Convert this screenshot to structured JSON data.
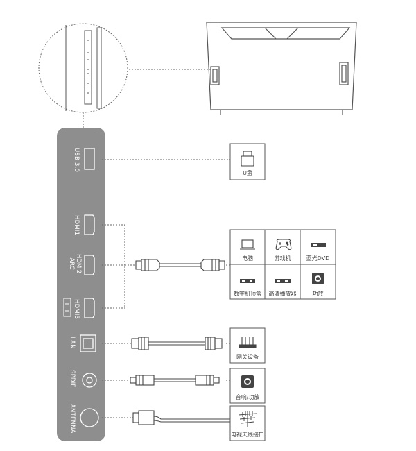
{
  "ports": {
    "usb": "USB 3.0",
    "hdmi1": "HDMI1",
    "hdmi2_line1": "HDMI2",
    "hdmi2_line2": "ARC",
    "hdmi3": "HDMI3",
    "lan": "LAN",
    "spdif": "SPDIF",
    "antenna": "ANTENNA"
  },
  "devices": {
    "usb_drive": "U盘",
    "hdmi_grid": [
      "电脑",
      "游戏机",
      "蓝光DVD",
      "数字机顶盒",
      "高清播放器",
      "功放"
    ],
    "gateway": "网关设备",
    "audio_amp": "音响/功放",
    "tv_antenna": "电视天线接口"
  },
  "colors": {
    "panel": "#8e8e8e",
    "line": "#555555",
    "dotted": "#666666"
  },
  "icons": {
    "usb_drive": "usb-drive-icon",
    "computer": "laptop-icon",
    "game_console": "gamepad-icon",
    "bluray_dvd": "dvd-player-icon",
    "set_top_box": "set-top-box-icon",
    "hd_player": "hd-player-icon",
    "amplifier": "amplifier-icon",
    "gateway": "router-icon",
    "audio": "speaker-icon",
    "antenna": "antenna-icon"
  }
}
